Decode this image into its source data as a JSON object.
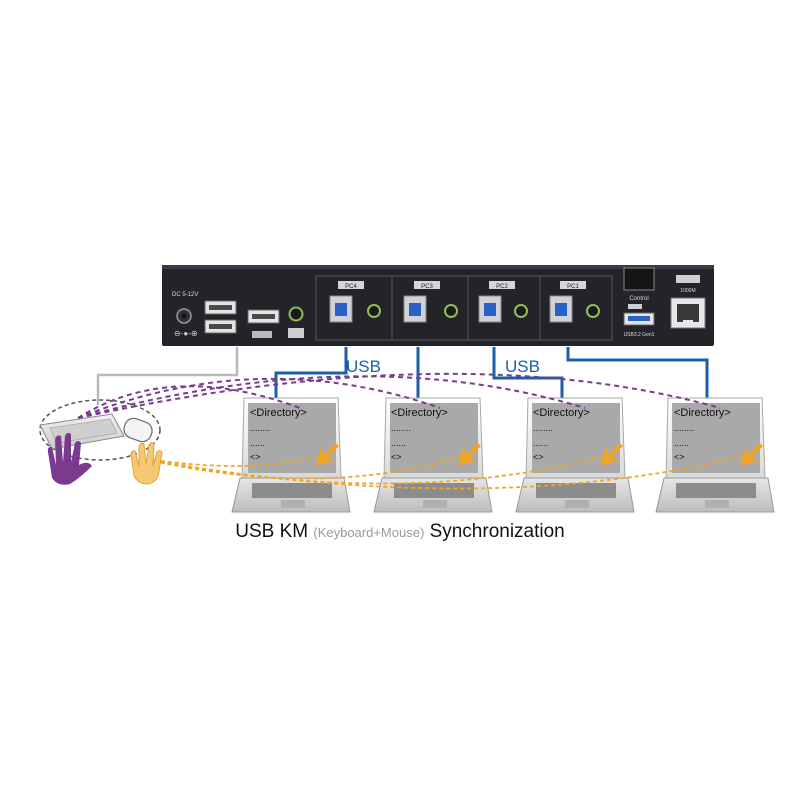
{
  "colors": {
    "usb_line": "#1b5fa6",
    "keyboard_line": "#b9b9b9",
    "keyboard_sync": "#7a3b8f",
    "mouse_sync": "#f1a623",
    "cursor": "#f2a51e",
    "device_body": "#222228"
  },
  "device": {
    "power_label": "DC 5-12V",
    "ports": [
      "PC4",
      "PC3",
      "PC2",
      "PC1"
    ],
    "control_label": "Control",
    "usb_label": "USB3.2 Gen1",
    "lan_label": "1000M"
  },
  "labels": {
    "usb_left": "USB",
    "usb_right": "USB"
  },
  "laptops": [
    {
      "screen": {
        "title": "<Directory>",
        "line1": "........",
        "line2": "......",
        "line3": "<>"
      }
    },
    {
      "screen": {
        "title": "<Directory>",
        "line1": "........",
        "line2": "......",
        "line3": "<>"
      }
    },
    {
      "screen": {
        "title": "<Directory>",
        "line1": "........",
        "line2": "......",
        "line3": "<>"
      }
    },
    {
      "screen": {
        "title": "<Directory>",
        "line1": "........",
        "line2": "......",
        "line3": "<>"
      }
    }
  ],
  "caption": {
    "part1": "USB KM",
    "part2": "(Keyboard+Mouse)",
    "part3": "Synchronization"
  }
}
